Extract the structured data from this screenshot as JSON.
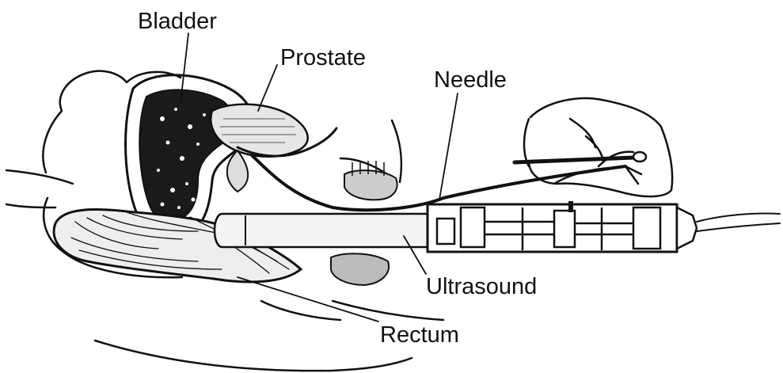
{
  "labels": {
    "bladder": "Bladder",
    "prostate": "Prostate",
    "needle": "Needle",
    "ultrasound": "Ultrasound",
    "rectum": "Rectum"
  },
  "colors": {
    "ink": "#111111",
    "background": "#ffffff"
  }
}
